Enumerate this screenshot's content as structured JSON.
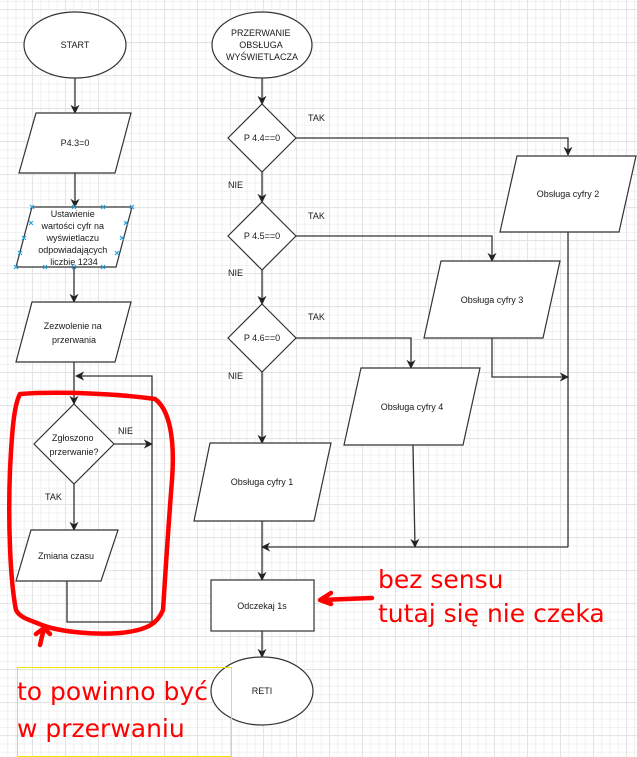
{
  "colors": {
    "line": "#333333",
    "shape_fill": "#ffffff",
    "annotation": "#ff0000",
    "selection_handle": "#29a3e0",
    "grid_major": "#e4e4e4",
    "grid_minor": "#f1f1f1"
  },
  "main_flow": {
    "start": "START",
    "init_port": "P4.3=0",
    "set_digits": [
      "Ustawienie",
      "wartości cyfr na",
      "wyświetlaczu",
      "odpowiadających",
      "liczbie 1234"
    ],
    "enable_interrupts": [
      "Zezwolenie na",
      "przerwania"
    ],
    "decision": [
      "Zgłoszono",
      "przerwanie?"
    ],
    "decision_no": "NIE",
    "decision_yes": "TAK",
    "change_time": "Zmiana czasu"
  },
  "interrupt_flow": {
    "start": [
      "PRZERWANIE",
      "OBSŁUGA",
      "WYŚWIETLACZA"
    ],
    "decisions": [
      {
        "label": "P 4.4==0",
        "yes": "TAK",
        "no": "NIE"
      },
      {
        "label": "P 4.5==0",
        "yes": "TAK",
        "no": "NIE"
      },
      {
        "label": "P 4.6==0",
        "yes": "TAK",
        "no": "NIE"
      }
    ],
    "digit_handlers": [
      "Obsługa cyfry 1",
      "Obsługa cyfry 2",
      "Obsługa cyfry 3",
      "Obsługa cyfry 4"
    ],
    "wait": "Odczekaj 1s",
    "end": "RETI"
  },
  "annotations": {
    "wait_comment": [
      "bez sensu",
      "tutaj się nie czeka"
    ],
    "loop_comment": [
      "to powinno być",
      "w przerwaniu"
    ]
  }
}
